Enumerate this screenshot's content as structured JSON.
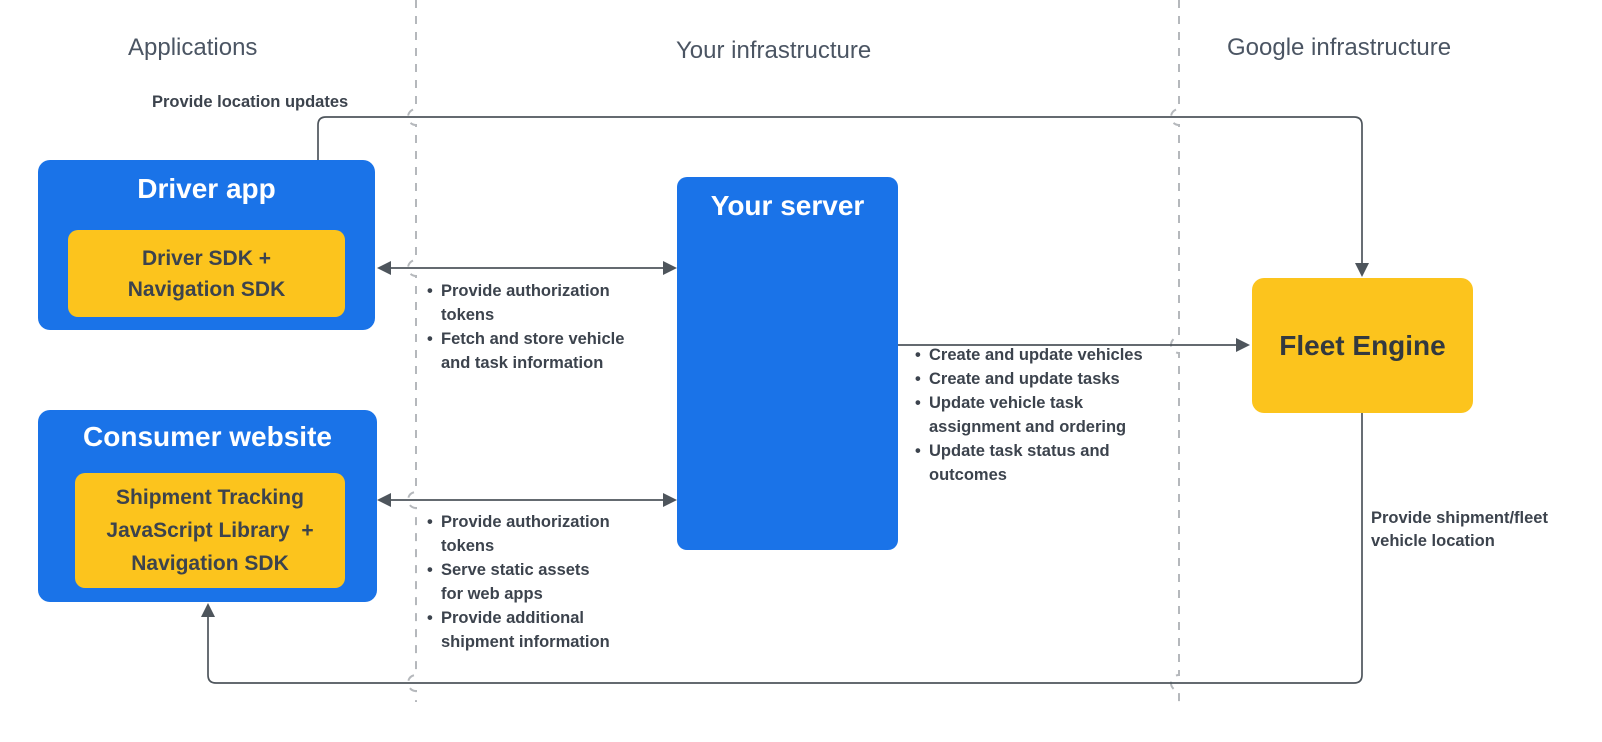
{
  "headers": {
    "applications": "Applications",
    "your_infrastructure": "Your infrastructure",
    "google_infrastructure": "Google infrastructure"
  },
  "nodes": {
    "driver_app": {
      "title": "Driver app",
      "sdk": "Driver SDK +\nNavigation SDK"
    },
    "consumer_website": {
      "title": "Consumer website",
      "sdk": "Shipment Tracking\nJavaScript Library  +\nNavigation SDK"
    },
    "your_server": {
      "title": "Your server"
    },
    "fleet_engine": {
      "title": "Fleet Engine"
    }
  },
  "edge_labels": {
    "provide_location_updates": "Provide location updates",
    "provide_shipment_fleet": "Provide shipment/fleet\nvehicle location"
  },
  "lists": {
    "driver_to_server": [
      "Provide authorization\ntokens",
      "Fetch and store vehicle\nand task information"
    ],
    "consumer_to_server": [
      "Provide authorization\ntokens",
      "Serve static assets\nfor web apps",
      "Provide additional\nshipment information"
    ],
    "server_to_fleet": [
      "Create and update vehicles",
      "Create and update tasks",
      "Update vehicle task\nassignment and ordering",
      "Update task status and\noutcomes"
    ]
  },
  "colors": {
    "node_blue": "#1a73e8",
    "node_yellow": "#fcc41d",
    "line": "#4e555c",
    "dashed": "#b5b8bc",
    "text_dark": "#3c434d",
    "header_gray": "#4b5563",
    "title_white": "#ffffff"
  }
}
